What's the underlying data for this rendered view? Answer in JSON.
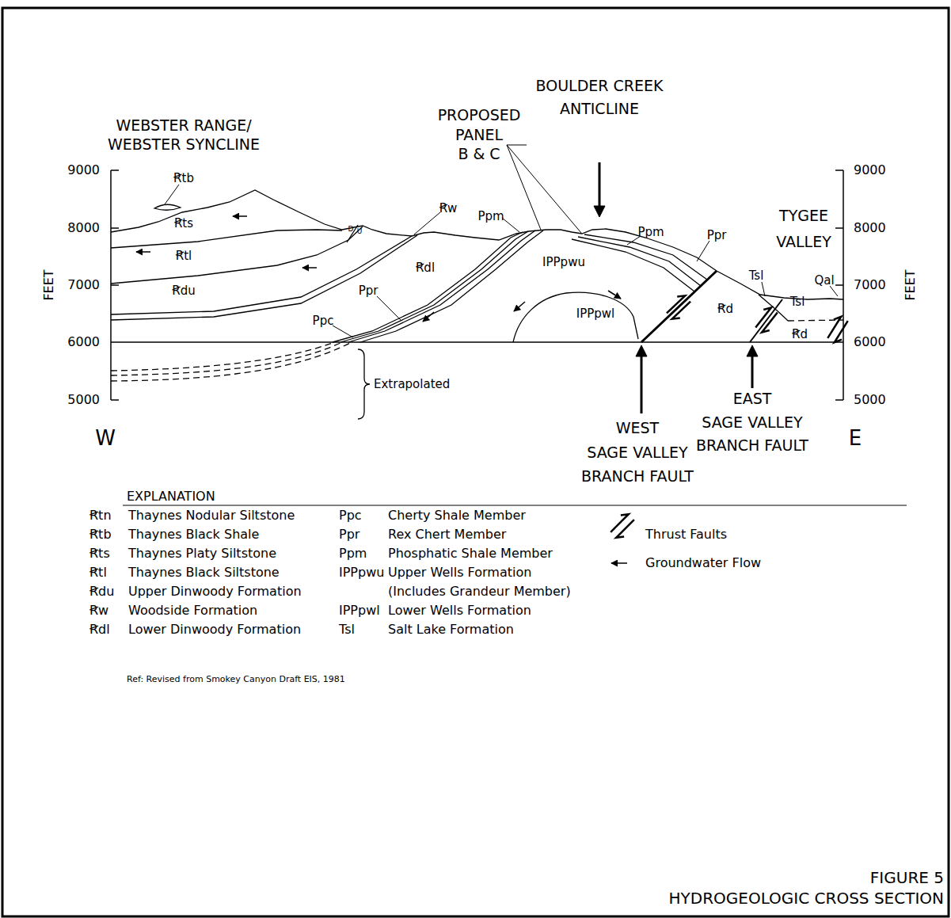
{
  "diagram": {
    "labels": [
      "WEBSTER RANGE/",
      "WEBSTER SYNCLINE",
      "PROPOSED",
      "PANEL",
      "B & C",
      "BOULDER CREEK",
      "ANTICLINE",
      "TYGEE",
      "VALLEY",
      "9000",
      "8000",
      "7000",
      "6000",
      "5000",
      "9000",
      "8000",
      "7000",
      "6000",
      "5000",
      "FEET",
      "FEET",
      "W",
      "E",
      "Ꞧtb",
      "Ꞧts",
      "Ꞧtl",
      "Ꞧdu",
      "D",
      "U",
      "Ꞧw",
      "Ppm",
      "Ꞧdl",
      "Ppr",
      "Ppc",
      "IPPpwu",
      "IPPpwl",
      "Ppm",
      "Ppr",
      "Ꞧd",
      "Tsl",
      "Tsl",
      "Qal",
      "Ꞧd",
      "Extrapolated",
      "WEST",
      "SAGE VALLEY",
      "BRANCH FAULT",
      "EAST",
      "SAGE VALLEY",
      "BRANCH FAULT",
      "EXPLANATION",
      "Ꞧtn",
      "Thaynes Nodular Siltstone",
      "Ꞧtb",
      "Thaynes Black Shale",
      "Ꞧts",
      "Thaynes Platy Siltstone",
      "Ꞧtl",
      "Thaynes Black Siltstone",
      "Ꞧdu",
      "Upper Dinwoody Formation",
      "Ꞧw",
      "Woodside Formation",
      "Ꞧdl",
      "Lower Dinwoody Formation",
      "Ppc",
      "Cherty Shale Member",
      "Ppr",
      "Rex Chert Member",
      "Ppm",
      "Phosphatic Shale Member",
      "IPPpwu",
      "Upper Wells Formation",
      "(Includes Grandeur Member)",
      "IPPpwl",
      "Lower Wells Formation",
      "Tsl",
      "Salt Lake Formation",
      "Ref: Revised from Smokey Canyon Draft EIS, 1981",
      "FIGURE 5",
      "HYDROGEOLOGIC CROSS SECTION"
    ],
    "legend": [
      {
        "text": "Thrust Faults"
      },
      {
        "text": "Groundwater Flow"
      }
    ]
  }
}
